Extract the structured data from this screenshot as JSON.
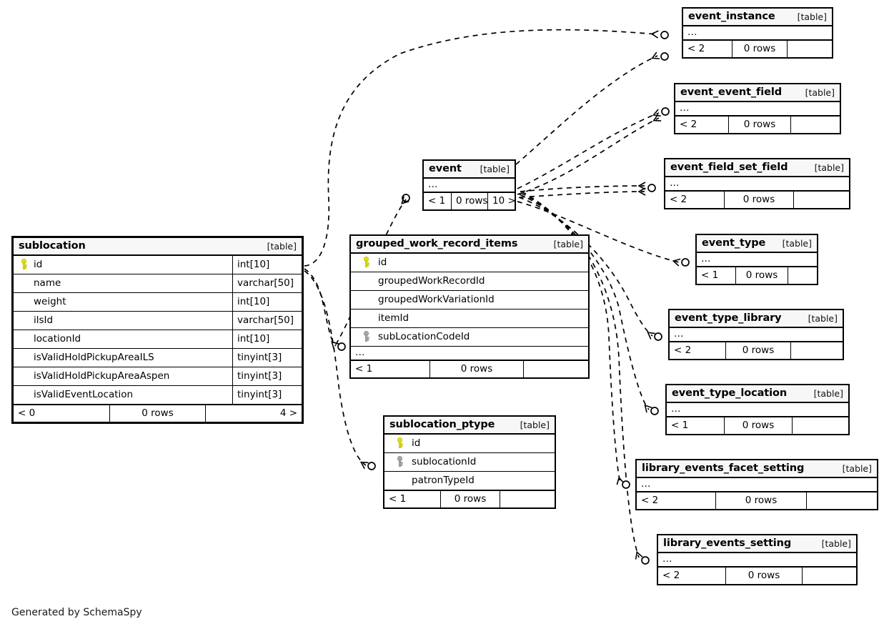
{
  "diagram": {
    "title": "SchemaSpy relationships diagram",
    "footer": "Generated by SchemaSpy",
    "table_tag": "[table]",
    "rows_suffix": "0 rows",
    "ellipsis": "…"
  },
  "colors": {
    "primary_key": "#e3e312",
    "foreign_key": "#a0a0a0",
    "header_bg": "#f7f7f7",
    "border": "#000000",
    "edge": "#000000",
    "background": "#ffffff"
  },
  "tables": {
    "sublocation": {
      "name": "sublocation",
      "tag": "[table]",
      "columns": [
        {
          "key": "primary",
          "name": "id",
          "type": "int[10]"
        },
        {
          "key": "none",
          "name": "name",
          "type": "varchar[50]"
        },
        {
          "key": "none",
          "name": "weight",
          "type": "int[10]"
        },
        {
          "key": "none",
          "name": "ilsId",
          "type": "varchar[50]"
        },
        {
          "key": "none",
          "name": "locationId",
          "type": "int[10]"
        },
        {
          "key": "none",
          "name": "isValidHoldPickupAreaILS",
          "type": "tinyint[3]"
        },
        {
          "key": "none",
          "name": "isValidHoldPickupAreaAspen",
          "type": "tinyint[3]"
        },
        {
          "key": "none",
          "name": "isValidEventLocation",
          "type": "tinyint[3]"
        }
      ],
      "footer": {
        "left": "< 0",
        "mid": "0 rows",
        "right": "4 >"
      }
    },
    "grouped_work_record_items": {
      "name": "grouped_work_record_items",
      "tag": "[table]",
      "columns": [
        {
          "key": "primary",
          "name": "id"
        },
        {
          "key": "none",
          "name": "groupedWorkRecordId"
        },
        {
          "key": "none",
          "name": "groupedWorkVariationId"
        },
        {
          "key": "none",
          "name": "itemId"
        },
        {
          "key": "foreign",
          "name": "subLocationCodeId"
        }
      ],
      "more": "…",
      "footer": {
        "left": "< 1",
        "mid": "0 rows",
        "right": ""
      }
    },
    "sublocation_ptype": {
      "name": "sublocation_ptype",
      "tag": "[table]",
      "columns": [
        {
          "key": "primary",
          "name": "id"
        },
        {
          "key": "foreign",
          "name": "sublocationId"
        },
        {
          "key": "none",
          "name": "patronTypeId"
        }
      ],
      "footer": {
        "left": "< 1",
        "mid": "0 rows",
        "right": ""
      }
    },
    "event": {
      "name": "event",
      "tag": "[table]",
      "more": "…",
      "footer": {
        "left": "< 1",
        "mid": "0 rows",
        "right": "10 >"
      }
    },
    "event_instance": {
      "name": "event_instance",
      "tag": "[table]",
      "more": "…",
      "footer": {
        "left": "< 2",
        "mid": "0 rows",
        "right": ""
      }
    },
    "event_event_field": {
      "name": "event_event_field",
      "tag": "[table]",
      "more": "…",
      "footer": {
        "left": "< 2",
        "mid": "0 rows",
        "right": ""
      }
    },
    "event_field_set_field": {
      "name": "event_field_set_field",
      "tag": "[table]",
      "more": "…",
      "footer": {
        "left": "< 2",
        "mid": "0 rows",
        "right": ""
      }
    },
    "event_type": {
      "name": "event_type",
      "tag": "[table]",
      "more": "…",
      "footer": {
        "left": "< 1",
        "mid": "0 rows",
        "right": ""
      }
    },
    "event_type_library": {
      "name": "event_type_library",
      "tag": "[table]",
      "more": "…",
      "footer": {
        "left": "< 2",
        "mid": "0 rows",
        "right": ""
      }
    },
    "event_type_location": {
      "name": "event_type_location",
      "tag": "[table]",
      "more": "…",
      "footer": {
        "left": "< 1",
        "mid": "0 rows",
        "right": ""
      }
    },
    "library_events_facet_setting": {
      "name": "library_events_facet_setting",
      "tag": "[table]",
      "more": "…",
      "footer": {
        "left": "< 2",
        "mid": "0 rows",
        "right": ""
      }
    },
    "library_events_setting": {
      "name": "library_events_setting",
      "tag": "[table]",
      "more": "…",
      "footer": {
        "left": "< 2",
        "mid": "0 rows",
        "right": ""
      }
    }
  }
}
